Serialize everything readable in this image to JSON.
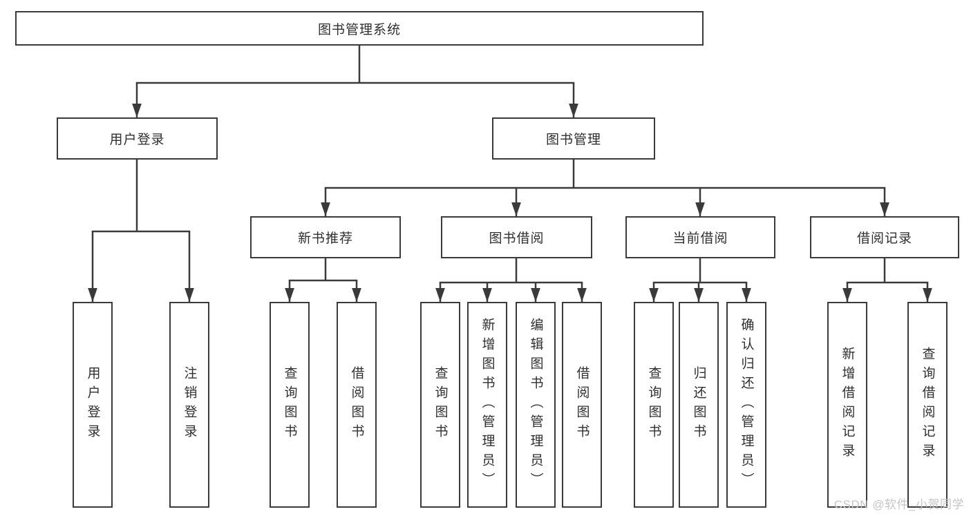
{
  "diagram": {
    "root": {
      "label": "图书管理系统"
    },
    "login": {
      "label": "用户登录",
      "children": [
        "用户登录",
        "注销登录"
      ]
    },
    "manage": {
      "label": "图书管理",
      "groups": {
        "recommend": {
          "label": "新书推荐",
          "children": [
            "查询图书",
            "借阅图书"
          ]
        },
        "borrow": {
          "label": "图书借阅",
          "children": [
            "查询图书",
            "新增图书（管理员）",
            "编辑图书（管理员）",
            "借阅图书"
          ]
        },
        "current": {
          "label": "当前借阅",
          "children": [
            "查询图书",
            "归还图书",
            "确认归还（管理员）"
          ]
        },
        "records": {
          "label": "借阅记录",
          "children": [
            "新增借阅记录",
            "查询借阅记录"
          ]
        }
      }
    }
  },
  "watermark": {
    "text": "CSDN @软件_小贺同学"
  },
  "colors": {
    "line": "#3a3a3a",
    "box_border": "#3a3a3a",
    "text": "#2f2f2f",
    "watermark": "#c5c5c5",
    "background": "#ffffff"
  }
}
